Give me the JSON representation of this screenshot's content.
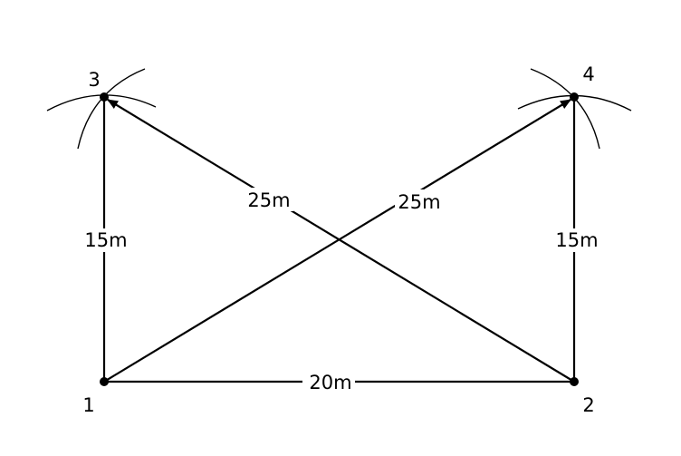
{
  "colors": {
    "background": "#ffffff",
    "ink": "#000000"
  },
  "points": [
    {
      "id": "1",
      "label": "1"
    },
    {
      "id": "2",
      "label": "2"
    },
    {
      "id": "3",
      "label": "3"
    },
    {
      "id": "4",
      "label": "4"
    }
  ],
  "segments": [
    {
      "id": "1-2",
      "from": "1",
      "to": "2",
      "label": "20m",
      "arrow": false
    },
    {
      "id": "1-3",
      "from": "1",
      "to": "3",
      "label": "15m",
      "arrow": false
    },
    {
      "id": "2-4",
      "from": "2",
      "to": "4",
      "label": "15m",
      "arrow": false
    },
    {
      "id": "2-3",
      "from": "2",
      "to": "3",
      "label": "25m",
      "arrow": true
    },
    {
      "id": "1-4",
      "from": "1",
      "to": "4",
      "label": "25m",
      "arrow": true
    }
  ]
}
